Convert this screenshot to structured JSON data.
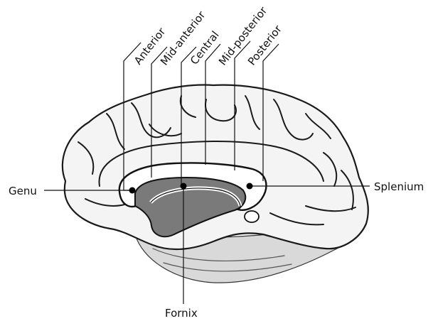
{
  "labels": {
    "anterior": "Anterior",
    "mid_anterior": "Mid-anterior",
    "central": "Central",
    "mid_posterior": "Mid-posterior",
    "posterior": "Posterior",
    "genu": "Genu",
    "splenium": "Splenium",
    "fornix": "Fornix"
  }
}
